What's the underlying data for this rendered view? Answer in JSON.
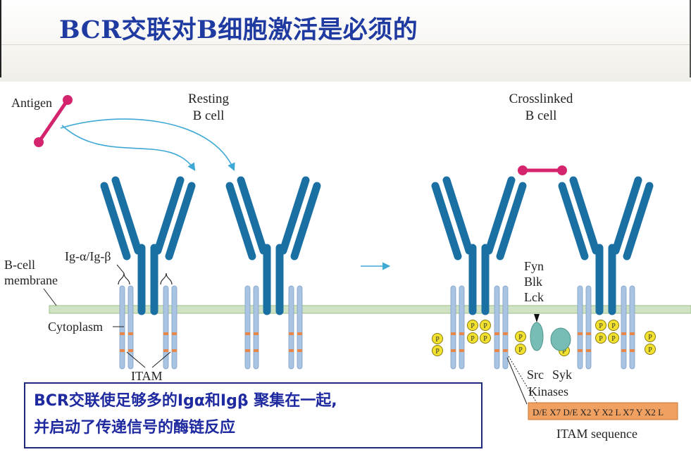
{
  "slide": {
    "title": "BCR交联对B细胞激活是必须的"
  },
  "diagram": {
    "labels": {
      "antigen": "Antigen",
      "resting_line1": "Resting",
      "resting_line2": "B cell",
      "crosslinked_line1": "Crosslinked",
      "crosslinked_line2": "B cell",
      "ig_alpha_beta": "Ig-α/Ig-β",
      "bcell_membrane_line1": "B-cell",
      "bcell_membrane_line2": "membrane",
      "cytoplasm": "Cytoplasm",
      "itam": "ITAM",
      "fyn": "Fyn",
      "blk": "Blk",
      "lck": "Lck",
      "src_line1": "Src",
      "src_line2": "Kinases",
      "syk": "Syk",
      "phospho": "P",
      "itam_sequence_title": "ITAM sequence",
      "itam_sequence_text": "D/E X7 D/E X2 Y X2 L X7 Y X2 L"
    },
    "colors": {
      "antibody_blue": "#1a6fa3",
      "membrane_green": "#cfe3c4",
      "itam_orange": "#e8874a",
      "tail_blue": "#a9c4e3",
      "phospho_yellow": "#f2e12e",
      "antigen_magenta": "#d4246e",
      "kinase_teal": "#78bdb5",
      "arrow_cyan": "#3fa9d6",
      "sequence_bg": "#f0a060"
    }
  },
  "caption": {
    "line1": "BCR交联使足够多的Igα和Igβ 聚集在一起,",
    "line2": "并启动了传递信号的酶链反应"
  }
}
